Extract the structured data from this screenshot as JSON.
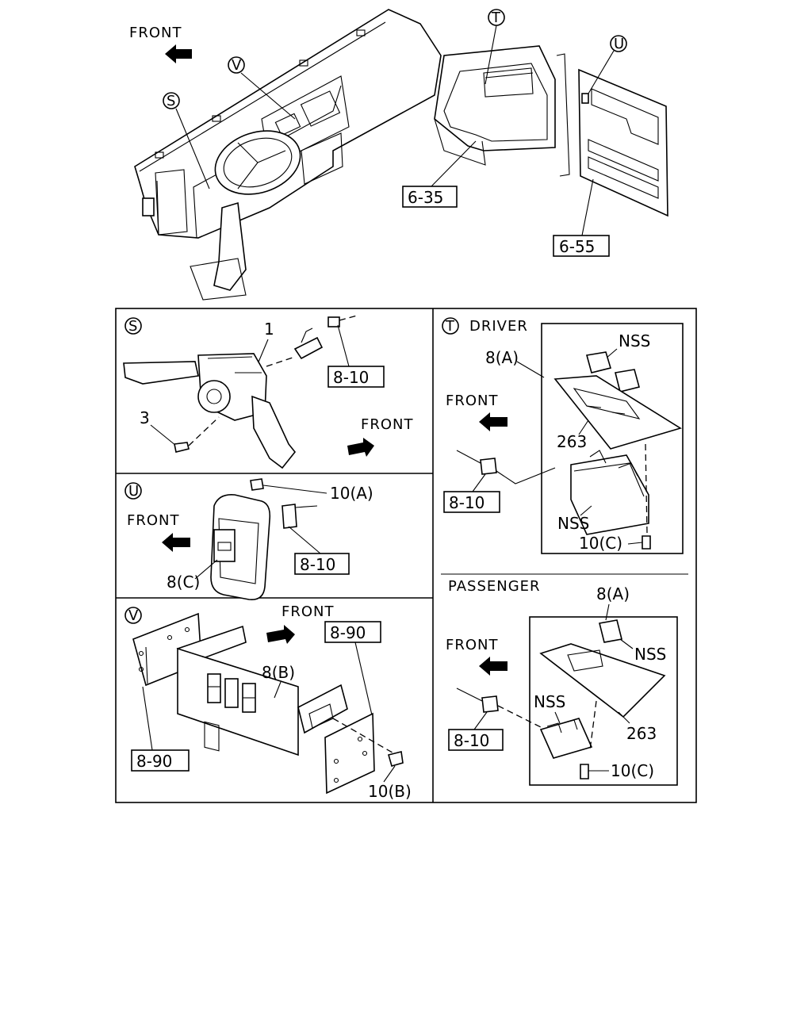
{
  "top": {
    "front_label": "FRONT",
    "callouts": [
      "V",
      "S",
      "T",
      "U"
    ],
    "refs": [
      "6-35",
      "6-55"
    ]
  },
  "panel_s": {
    "letter": "S",
    "part_1": "1",
    "part_3": "3",
    "ref": "8-10",
    "front_label": "FRONT"
  },
  "panel_u": {
    "letter": "U",
    "part_10a": "10(A)",
    "front_label": "FRONT",
    "ref": "8-10",
    "part_8c": "8(C)"
  },
  "panel_v": {
    "letter": "V",
    "front_label": "FRONT",
    "ref_top": "8-90",
    "part_8b": "8(B)",
    "ref_bottom": "8-90",
    "part_10b": "10(B)"
  },
  "panel_t_driver": {
    "letter": "T",
    "title": "DRIVER",
    "part_8a": "8(A)",
    "nss_top": "NSS",
    "front_label": "FRONT",
    "part_263": "263",
    "ref": "8-10",
    "nss_bottom": "NSS",
    "part_10c": "10(C)"
  },
  "panel_t_passenger": {
    "title": "PASSENGER",
    "part_8a": "8(A)",
    "nss_right": "NSS",
    "front_label": "FRONT",
    "nss_left": "NSS",
    "ref": "8-10",
    "part_263": "263",
    "part_10c": "10(C)"
  }
}
